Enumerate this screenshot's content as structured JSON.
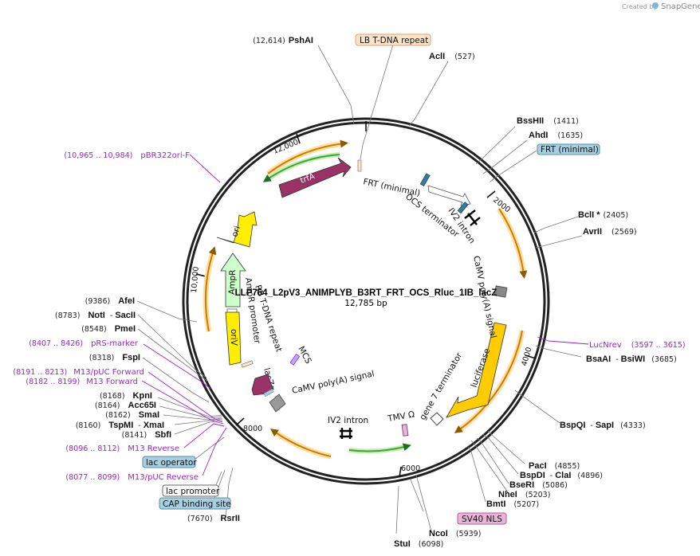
{
  "branding": {
    "created_by": "Created by",
    "product": "SnapGene"
  },
  "plasmid": {
    "name": "LLP764_L2pV3_ANIMPLYB_B3RT_FRT_OCS_Rluc_1IB_lacZ",
    "length": "12,785 bp",
    "total_bp": 12785
  },
  "tick_labels": [
    "2000",
    "4000",
    "6000",
    "8000",
    "10,000",
    "12,000"
  ],
  "sites": [
    {
      "name": "PshAI",
      "pos": "(12,614)"
    },
    {
      "name": "AclI",
      "pos": "(527)"
    },
    {
      "name": "BssHII",
      "pos": "(1411)"
    },
    {
      "name": "AhdI",
      "pos": "(1635)"
    },
    {
      "name": "BclI *",
      "pos": "(2405)"
    },
    {
      "name": "AvrII",
      "pos": "(2569)"
    },
    {
      "name": "BsaAI",
      "sep": "-",
      "name2": "BsiWI",
      "pos": "(3685)"
    },
    {
      "name": "BspQI",
      "sep": "-",
      "name2": "SapI",
      "pos": "(4333)"
    },
    {
      "name": "PacI",
      "pos": "(4855)"
    },
    {
      "name": "BspDI",
      "sep": "-",
      "name2": "ClaI",
      "pos": "(4896)"
    },
    {
      "name": "BseRI",
      "pos": "(5086)"
    },
    {
      "name": "NheI",
      "pos": "(5203)"
    },
    {
      "name": "BmtI",
      "pos": "(5207)"
    },
    {
      "name": "NcoI",
      "pos": "(5939)"
    },
    {
      "name": "StuI",
      "pos": "(6098)"
    },
    {
      "name": "RsrII",
      "pos": "(7670)"
    },
    {
      "name": "SbfI",
      "pos": "(8141)"
    },
    {
      "name": "TspMI",
      "sep": "-",
      "name2": "XmaI",
      "pos": "(8160)"
    },
    {
      "name": "SmaI",
      "pos": "(8162)"
    },
    {
      "name": "Acc65I",
      "pos": "(8164)"
    },
    {
      "name": "KpnI",
      "pos": "(8168)"
    },
    {
      "name": "FspI",
      "pos": "(8318)"
    },
    {
      "name": "PmeI",
      "pos": "(8548)"
    },
    {
      "name": "NotI",
      "sep": "-",
      "name2": "SacII",
      "pos": "(8783)"
    },
    {
      "name": "AfeI",
      "pos": "(9386)"
    }
  ],
  "primers": [
    {
      "name": "pBR322ori-F",
      "pos": "(10,965 .. 10,984)"
    },
    {
      "name": "LucNrev",
      "pos": "(3597 .. 3615)"
    },
    {
      "name": "pRS-marker",
      "pos": "(8407 .. 8426)"
    },
    {
      "name": "M13/pUC Forward",
      "pos": "(8191 .. 8213)"
    },
    {
      "name": "M13 Forward",
      "pos": "(8182 .. 8199)"
    },
    {
      "name": "M13 Reverse",
      "pos": "(8096 .. 8112)"
    },
    {
      "name": "M13/pUC Reverse",
      "pos": "(8077 .. 8099)"
    }
  ],
  "boxed_labels": [
    {
      "label": "LB T-DNA repeat",
      "fill": "#fde3c8",
      "stroke": "#e0a070"
    },
    {
      "label": "FRT (minimal)",
      "fill": "#a8cfe0",
      "stroke": "#5a8fa8"
    },
    {
      "label": "SV40 NLS",
      "fill": "#e8b4d8",
      "stroke": "#b06090"
    },
    {
      "label": "lac operator",
      "fill": "#a8cfe0",
      "stroke": "#5a8fa8"
    },
    {
      "label": "lac promoter",
      "fill": "#ffffff",
      "stroke": "#666666"
    },
    {
      "label": "CAP binding site",
      "fill": "#a8cfe0",
      "stroke": "#5a8fa8"
    }
  ],
  "features": {
    "trfA": "trfA",
    "ori": "ori",
    "oriV": "oriV",
    "AmpR": "AmpR",
    "AmpR_promoter": "AmpR promoter",
    "RB": "RB T-DNA repeat",
    "MCS": "MCS",
    "lacZa": "lacZα",
    "caMV_signal_bottom": "CaMV poly(A) signal",
    "iv2_bottom": "IV2 intron",
    "tmv": "TMV Ω",
    "gene7": "gene 7 terminator",
    "luciferase": "luciferase",
    "caMV_signal_right": "CaMV poly(A) signal",
    "lacZ": "lacZ",
    "frt_minimal": "FRT (minimal)",
    "ocs": "OCS terminator",
    "iv2_top": "IV2 intron"
  },
  "colors": {
    "backbone": "#222222",
    "trfA": "#993366",
    "ori": "#ffee00",
    "oriV": "#ffee00",
    "AmpR": "#ccffcc",
    "luciferase": "#ffcc00",
    "lacZa": "#993366",
    "orf_arc": "#cc7a00",
    "orf_halo": "#ffe0a0",
    "green_arc": "#33aa33",
    "primer": "#a020d0"
  }
}
